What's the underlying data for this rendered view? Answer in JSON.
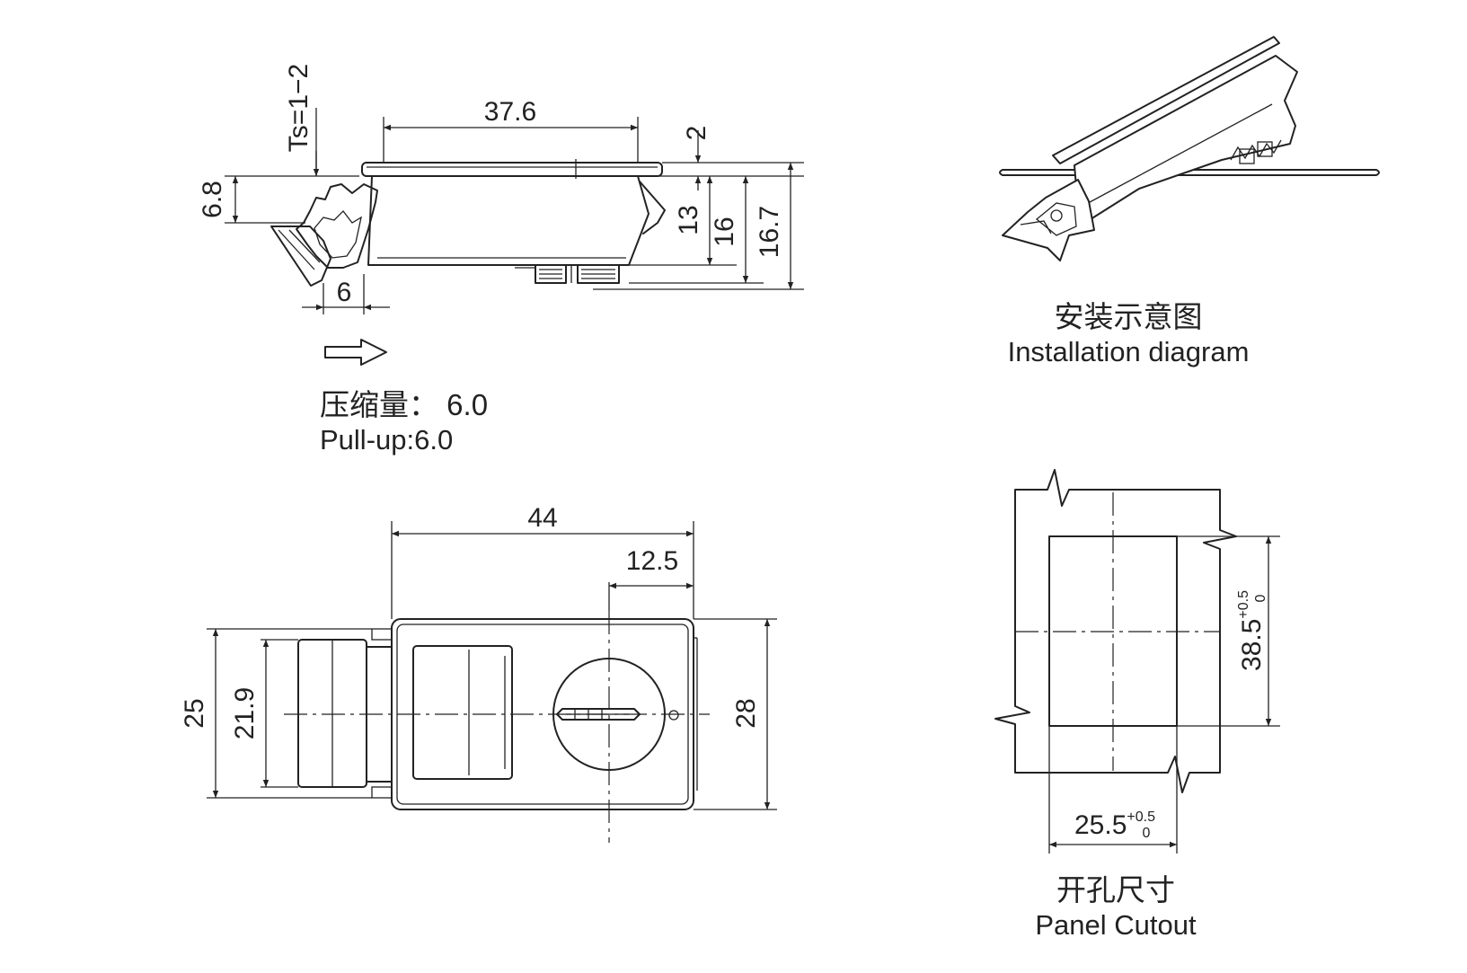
{
  "side_view": {
    "dim_width": "37.6",
    "dim_top": "2",
    "dim_ts": "Ts=1−2",
    "dim_flange": "6.8",
    "dim_13": "13",
    "dim_16": "16",
    "dim_16_7": "16.7",
    "dim_6": "6",
    "pull_cn": "压缩量： 6.0",
    "pull_en": "Pull-up:6.0"
  },
  "top_view": {
    "dim_44": "44",
    "dim_12_5": "12.5",
    "dim_25": "25",
    "dim_21_9": "21.9",
    "dim_28": "28"
  },
  "installation": {
    "title_cn": "安装示意图",
    "title_en": "Installation diagram"
  },
  "cutout": {
    "height_value": "38.5",
    "height_tol_upper": "+0.5",
    "height_tol_lower": "0",
    "width_value": "25.5",
    "width_tol_upper": "+0.5",
    "width_tol_lower": "0",
    "title_cn": "开孔尺寸",
    "title_en": "Panel Cutout"
  },
  "colors": {
    "line": "#222222",
    "background": "#ffffff"
  }
}
